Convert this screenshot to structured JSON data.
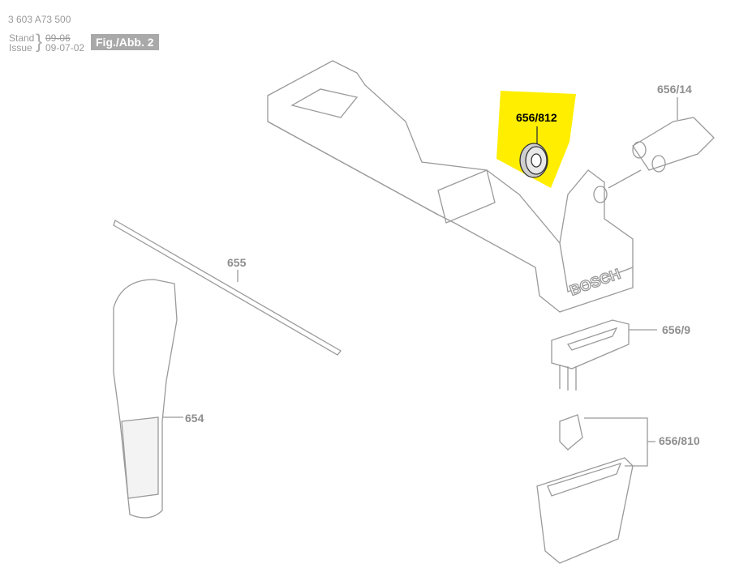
{
  "header": {
    "part_number": "3 603 A73 500",
    "stand_label": "Stand",
    "issue_label": "Issue",
    "old_date": "09-06",
    "new_date": "09-07-02",
    "figure": "Fig./Abb. 2"
  },
  "parts": [
    {
      "id": "656/812",
      "highlighted": true,
      "highlight_color": "#ffee00"
    },
    {
      "id": "656/14"
    },
    {
      "id": "655"
    },
    {
      "id": "654"
    },
    {
      "id": "656/9"
    },
    {
      "id": "656/810"
    }
  ],
  "logo_text": "BOSCH",
  "colors": {
    "line": "#9a9a9a",
    "highlight": "#ffee00",
    "label": "#8e8e8e"
  }
}
